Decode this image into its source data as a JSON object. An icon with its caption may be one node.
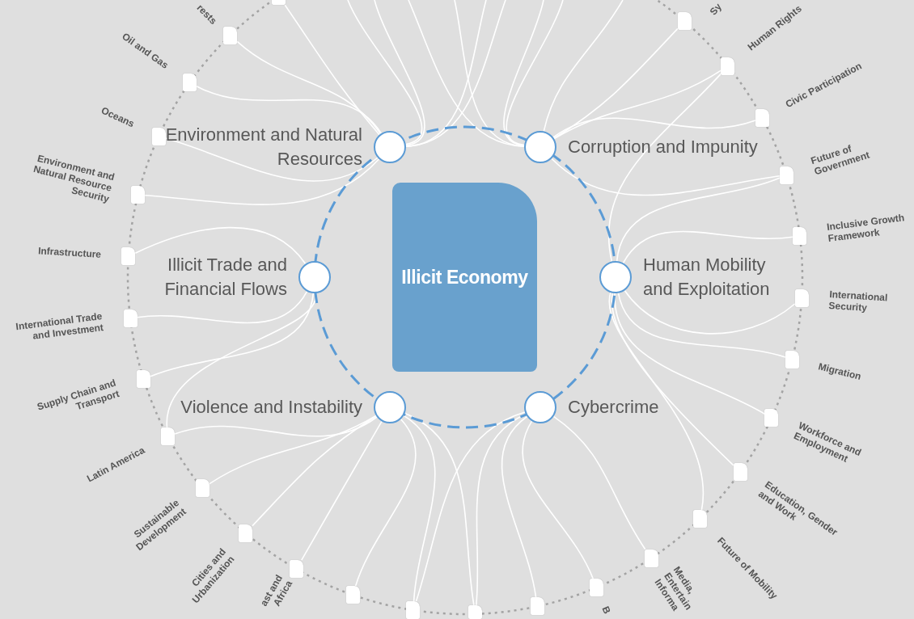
{
  "diagram": {
    "nodes": [
      {
        "text": [
          "Illicit Economy"
        ]
      },
      {
        "text": [],
        "shape": "circle",
        "beside": [
          "Environment and Natural Resources"
        ]
      },
      {
        "text": [],
        "shape": "circle",
        "beside": [
          "Corruption and Impunity"
        ]
      },
      {
        "text": [],
        "shape": "circle",
        "beside": [
          "Illicit Trade and Financial Flows"
        ]
      },
      {
        "text": [],
        "shape": "circle",
        "beside": [
          "Human Mobility and Exploitation"
        ]
      },
      {
        "text": [],
        "shape": "circle",
        "beside": [
          "Violence and Instability"
        ]
      },
      {
        "text": [],
        "shape": "circle",
        "beside": [
          "Cybercrime"
        ]
      },
      {
        "text": [],
        "shape": "box",
        "beside": [
          "Sy"
        ]
      },
      {
        "text": [],
        "shape": "box",
        "beside": [
          "Human Rights"
        ]
      },
      {
        "text": [],
        "shape": "box",
        "beside": [
          "Civic Participation"
        ]
      },
      {
        "text": [],
        "shape": "box",
        "beside": [
          "Future of Government"
        ]
      },
      {
        "text": [],
        "shape": "box",
        "beside": [
          "Inclusive Growth Framework"
        ]
      },
      {
        "text": [],
        "shape": "box",
        "beside": [
          "International Security"
        ]
      },
      {
        "text": [],
        "shape": "box",
        "beside": [
          "Migration"
        ]
      },
      {
        "text": [],
        "shape": "box",
        "beside": [
          "Workforce and Employment"
        ]
      },
      {
        "text": [],
        "shape": "box",
        "beside": [
          "Education, Gender and Work"
        ]
      },
      {
        "text": [],
        "shape": "box",
        "beside": [
          "Future of Mobility"
        ]
      },
      {
        "text": [],
        "shape": "box",
        "beside": [
          "Media, Entertain Informa"
        ]
      },
      {
        "text": [],
        "shape": "box",
        "beside": [
          "B"
        ]
      },
      {
        "text": [],
        "shape": "box"
      },
      {
        "text": [],
        "shape": "box"
      },
      {
        "text": [],
        "shape": "box"
      },
      {
        "text": [],
        "shape": "box"
      },
      {
        "text": [],
        "shape": "box",
        "beside": [
          "ast and Africa"
        ]
      },
      {
        "text": [],
        "shape": "box",
        "beside": [
          "Cities and Urbanization"
        ]
      },
      {
        "text": [],
        "shape": "box",
        "beside": [
          "Sustainable Development"
        ]
      },
      {
        "text": [],
        "shape": "box",
        "beside": [
          "Latin America"
        ]
      },
      {
        "text": [],
        "shape": "box",
        "beside": [
          "Supply Chain and Transport"
        ]
      },
      {
        "text": [],
        "shape": "box",
        "beside": [
          "International Trade and Investment"
        ]
      },
      {
        "text": [],
        "shape": "box",
        "beside": [
          "Infrastructure"
        ]
      },
      {
        "text": [],
        "shape": "box",
        "beside": [
          "Environment and Natural Resource Security"
        ]
      },
      {
        "text": [],
        "shape": "box",
        "beside": [
          "Oceans"
        ]
      },
      {
        "text": [],
        "shape": "box",
        "beside": [
          "Oil and Gas"
        ]
      },
      {
        "text": [],
        "shape": "box",
        "beside": [
          "rests"
        ]
      },
      {
        "text": [],
        "shape": "box"
      }
    ],
    "edges": [
      {
        "from": 1,
        "to": 34,
        "arrow": "none"
      },
      {
        "from": 1,
        "to": 33,
        "arrow": "none"
      },
      {
        "from": 1,
        "to": 32,
        "arrow": "none"
      },
      {
        "from": 1,
        "to": 31,
        "arrow": "none"
      },
      {
        "from": 1,
        "to": 30,
        "arrow": "none"
      },
      {
        "from": 1,
        "to": null,
        "arrow": "none"
      },
      {
        "from": 1,
        "to": null,
        "arrow": "none"
      },
      {
        "from": 1,
        "to": null,
        "arrow": "none"
      },
      {
        "from": 1,
        "to": null,
        "arrow": "none"
      },
      {
        "from": 2,
        "to": 7,
        "arrow": "none"
      },
      {
        "from": 2,
        "to": 8,
        "arrow": "none"
      },
      {
        "from": 2,
        "to": 9,
        "arrow": "none"
      },
      {
        "from": 2,
        "to": 10,
        "arrow": "none"
      },
      {
        "from": 2,
        "to": null,
        "arrow": "none"
      },
      {
        "from": 2,
        "to": null,
        "arrow": "none"
      },
      {
        "from": 2,
        "to": null,
        "arrow": "none"
      },
      {
        "from": 2,
        "to": null,
        "arrow": "none"
      },
      {
        "from": 2,
        "to": null,
        "arrow": "none"
      },
      {
        "from": 3,
        "to": 29,
        "arrow": "none"
      },
      {
        "from": 3,
        "to": 28,
        "arrow": "none"
      },
      {
        "from": 3,
        "to": 27,
        "arrow": "none"
      },
      {
        "from": 3,
        "to": 26,
        "arrow": "none"
      },
      {
        "from": 4,
        "to": 8,
        "arrow": "none"
      },
      {
        "from": 4,
        "to": 10,
        "arrow": "none"
      },
      {
        "from": 4,
        "to": 11,
        "arrow": "none"
      },
      {
        "from": 4,
        "to": 12,
        "arrow": "none"
      },
      {
        "from": 4,
        "to": 13,
        "arrow": "none"
      },
      {
        "from": 4,
        "to": 14,
        "arrow": "none"
      },
      {
        "from": 4,
        "to": 15,
        "arrow": "none"
      },
      {
        "from": 4,
        "to": 16,
        "arrow": "none"
      },
      {
        "from": 5,
        "to": 26,
        "arrow": "none"
      },
      {
        "from": 5,
        "to": 25,
        "arrow": "none"
      },
      {
        "from": 5,
        "to": 24,
        "arrow": "none"
      },
      {
        "from": 5,
        "to": 23,
        "arrow": "none"
      },
      {
        "from": 5,
        "to": 22,
        "arrow": "none"
      },
      {
        "from": 5,
        "to": 21,
        "arrow": "none"
      },
      {
        "from": 5,
        "to": 20,
        "arrow": "none"
      },
      {
        "from": 6,
        "to": 21,
        "arrow": "none"
      },
      {
        "from": 6,
        "to": 20,
        "arrow": "none"
      },
      {
        "from": 6,
        "to": 19,
        "arrow": "none"
      },
      {
        "from": 6,
        "to": 18,
        "arrow": "none"
      },
      {
        "from": 6,
        "to": 17,
        "arrow": "none"
      }
    ]
  }
}
